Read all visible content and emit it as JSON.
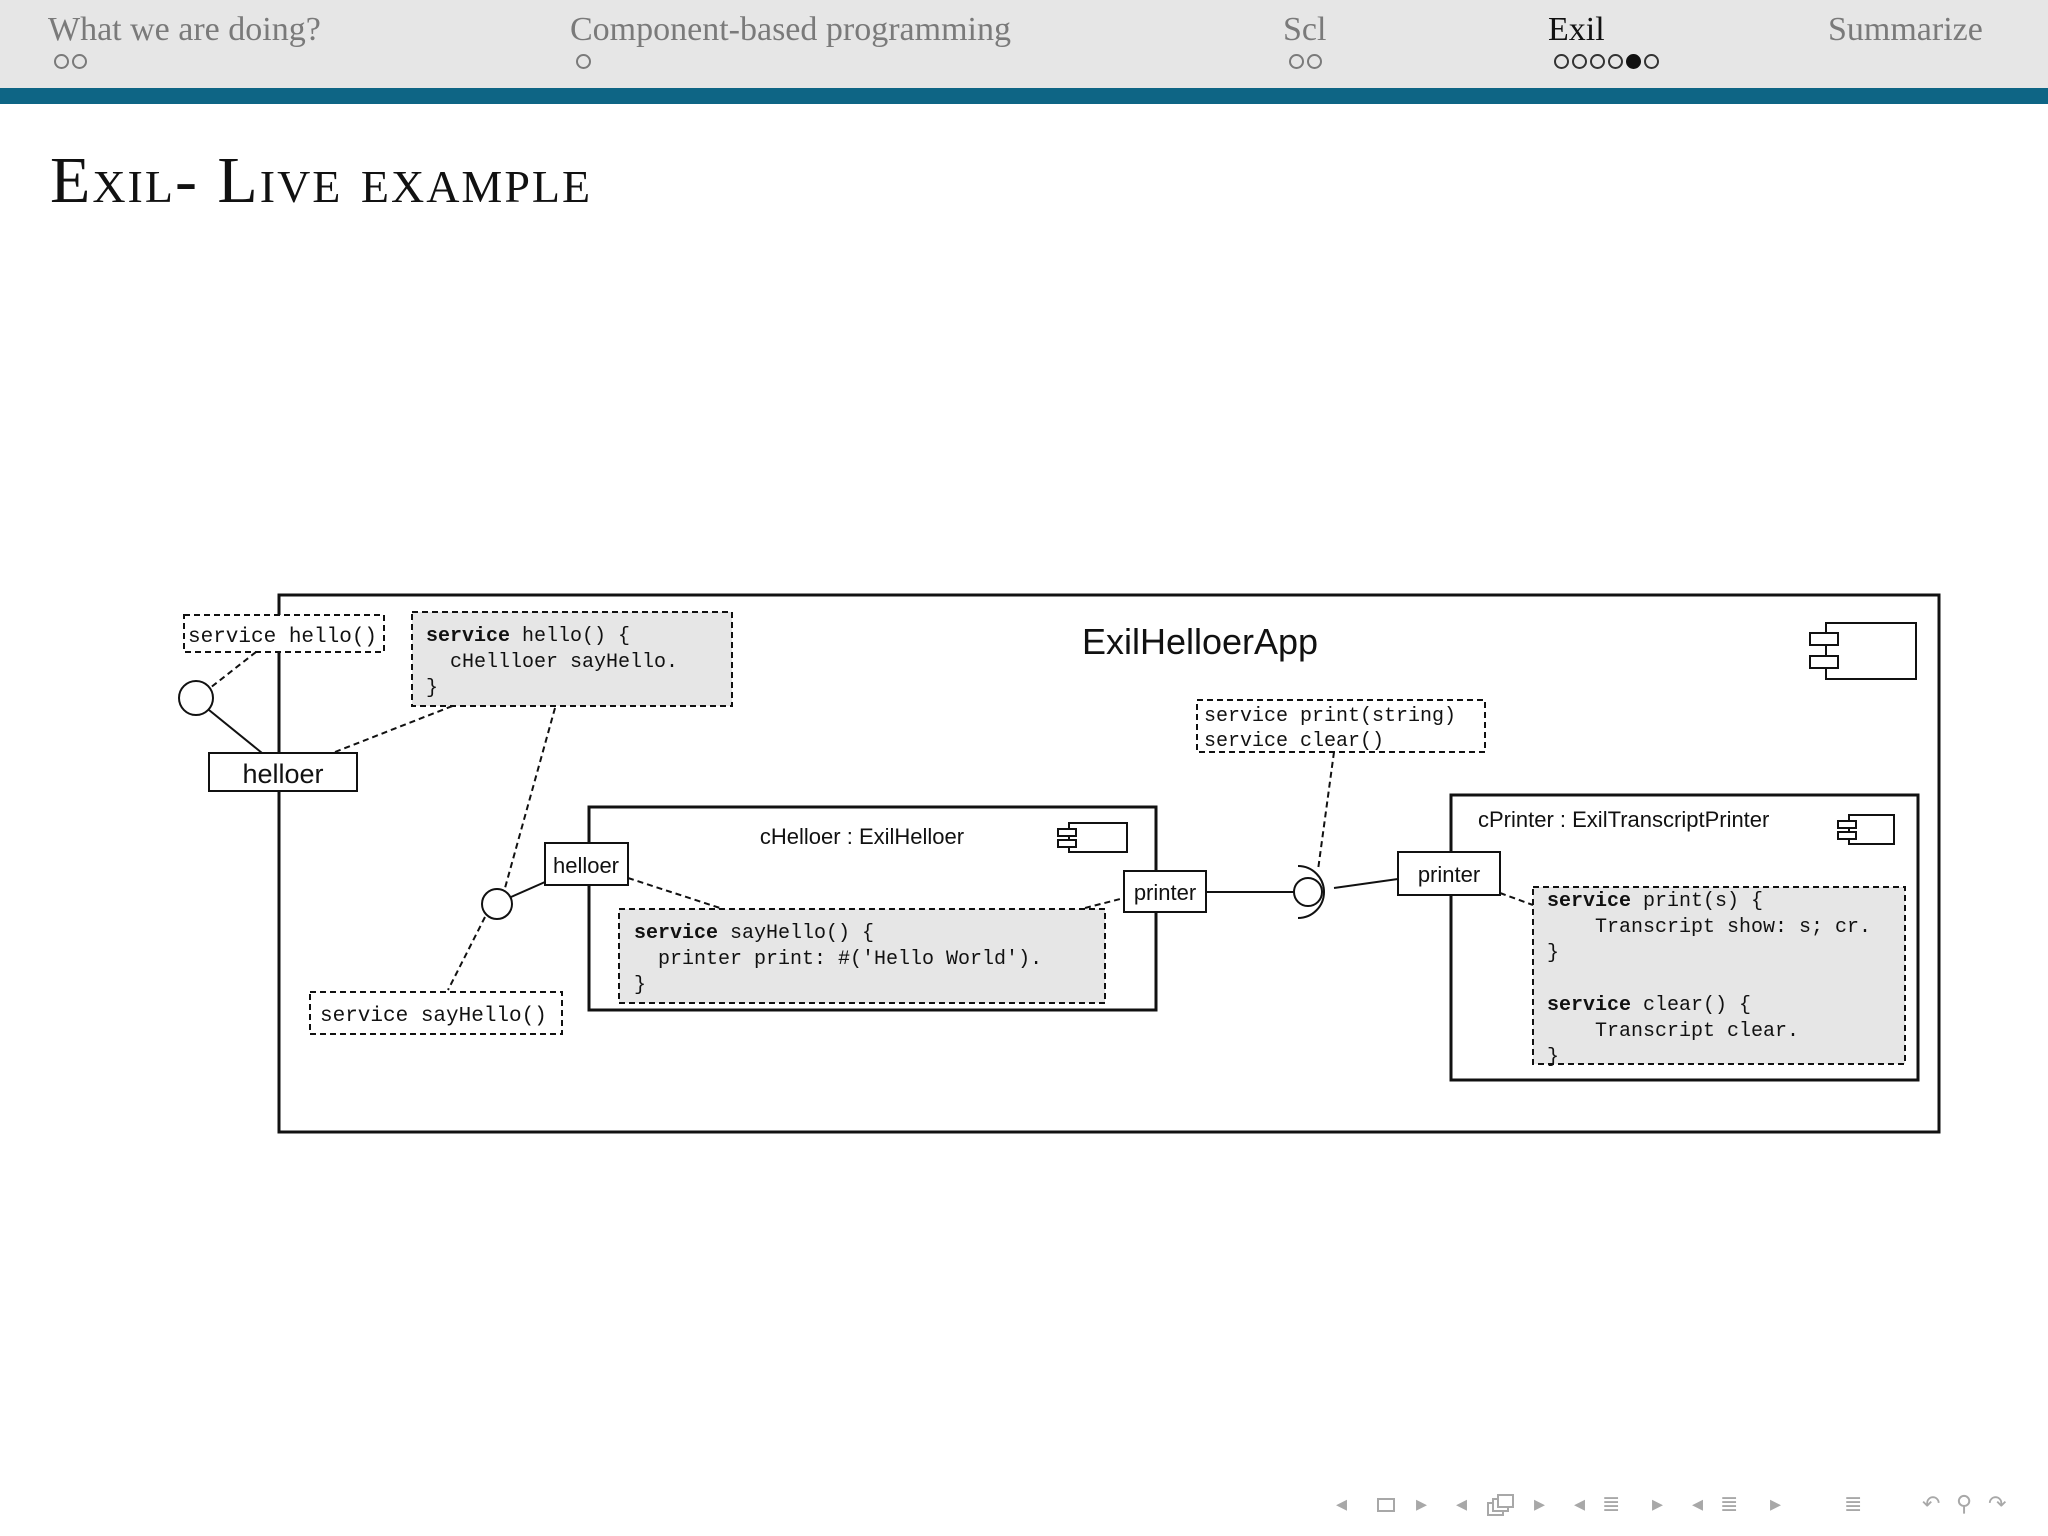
{
  "header": {
    "sections": [
      {
        "label": "What we are doing?",
        "subsections": 2,
        "current": -1,
        "active": false
      },
      {
        "label": "Component-based programming",
        "subsections": 1,
        "current": -1,
        "active": false
      },
      {
        "label": "Scl",
        "subsections": 2,
        "current": -1,
        "active": false
      },
      {
        "label": "Exil",
        "subsections": 6,
        "current": 4,
        "active": true
      },
      {
        "label": "Summarize",
        "subsections": 0,
        "current": -1,
        "active": false
      }
    ]
  },
  "slide": {
    "title": "Exil- Live example"
  },
  "diagram": {
    "app": {
      "name": "ExilHelloerApp",
      "component_icon": "component-icon"
    },
    "external_service_note": "service hello()",
    "external_port": "helloer",
    "app_hello_code": {
      "line1_kw": "service",
      "line1_rest": " hello() {",
      "line2": "  cHellloer sayHello.",
      "line3": "}"
    },
    "helloer_component": {
      "name": "cHelloer : ExilHelloer",
      "port_left": "helloer",
      "port_right": "printer",
      "code": {
        "line1_kw": "service",
        "line1_rest": " sayHello() {",
        "line2": "  printer print: #('Hello World').",
        "line3": "}"
      }
    },
    "sayhello_note": "service sayHello()",
    "required_services_note": {
      "line1": "service print(string)",
      "line2": "service clear()"
    },
    "printer_component": {
      "name": "cPrinter : ExilTranscriptPrinter",
      "port": "printer",
      "code": {
        "line1_kw": "service",
        "line1_rest": " print(s) {",
        "line2": "    Transcript show: s; cr.",
        "line3": "}",
        "line4_kw": "service",
        "line4_rest": " clear() {",
        "line5": "    Transcript clear.",
        "line6": "}"
      }
    }
  },
  "footer": {
    "controls": [
      "arrow-left-icon",
      "frame-icon",
      "arrow-right-icon",
      "arrow-left-icon",
      "subsection-icon",
      "arrow-right-icon",
      "arrow-left-icon",
      "section-icon",
      "arrow-right-icon",
      "arrow-left-icon",
      "presentation-icon",
      "arrow-right-icon",
      "menu-icon",
      "undo-icon",
      "search-icon",
      "redo-icon"
    ]
  }
}
